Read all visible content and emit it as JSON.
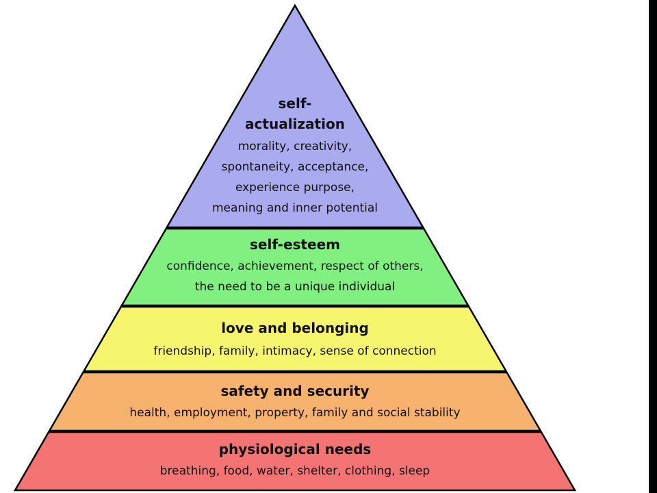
{
  "tiers": [
    {
      "id": "self-actualization",
      "title_lines": [
        "self-",
        "actualization"
      ],
      "desc_lines": [
        "morality, creativity,",
        "spontaneity, acceptance,",
        "experience purpose,",
        "meaning and inner potential"
      ],
      "color": "#aaaaee"
    },
    {
      "id": "self-esteem",
      "title_lines": [
        "self-esteem"
      ],
      "desc_lines": [
        "confidence, achievement, respect of others,",
        "the need to be a unique individual"
      ],
      "color": "#80f080"
    },
    {
      "id": "love-and-belonging",
      "title_lines": [
        "love and belonging"
      ],
      "desc_lines": [
        "friendship, family, intimacy, sense of connection"
      ],
      "color": "#f6f66e"
    },
    {
      "id": "safety-and-security",
      "title_lines": [
        "safety and security"
      ],
      "desc_lines": [
        "health, employment, property, family and social stability"
      ],
      "color": "#f7b26e"
    },
    {
      "id": "physiological-needs",
      "title_lines": [
        "physiological needs"
      ],
      "desc_lines": [
        "breathing, food, water, shelter, clothing, sleep"
      ],
      "color": "#f47474"
    }
  ],
  "colors": {
    "outline": "#000000",
    "frame": "#000000"
  }
}
